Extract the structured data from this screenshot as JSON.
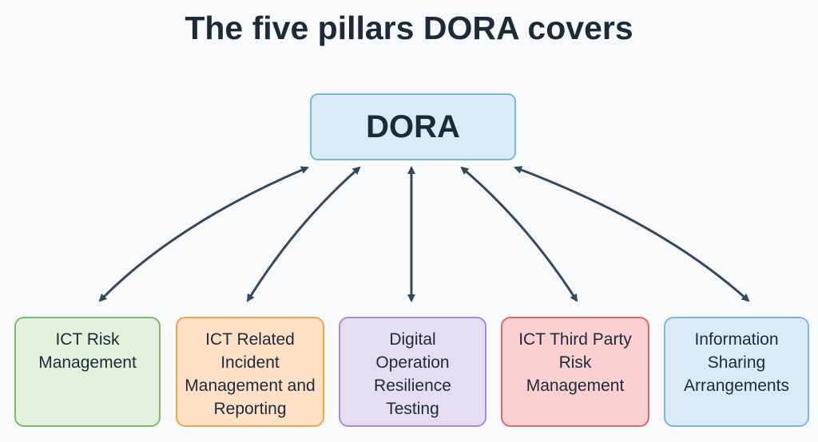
{
  "title": "The five pillars DORA covers",
  "root": {
    "label": "DORA",
    "fill": "#d8ebf6",
    "border": "#7ab8d8"
  },
  "pillars": [
    {
      "label": "ICT Risk Management",
      "fill": "#e3f0dc",
      "border": "#7dbb6a"
    },
    {
      "label": "ICT Related Incident Management and Reporting",
      "fill": "#fde0c6",
      "border": "#f0a24a"
    },
    {
      "label": "Digital Operation Resilience Testing",
      "fill": "#e6dcf3",
      "border": "#a98bd6"
    },
    {
      "label": "ICT Third Party Risk Management",
      "fill": "#fbd0d0",
      "border": "#e06565"
    },
    {
      "label": "Information Sharing Arrangements",
      "fill": "#daeaf6",
      "border": "#7ab8d8"
    }
  ],
  "arrow_color": "#34495e"
}
